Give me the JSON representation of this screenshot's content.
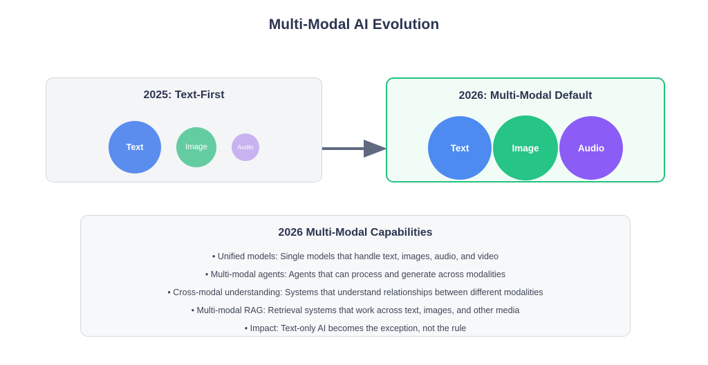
{
  "page": {
    "title": "Multi-Modal AI Evolution"
  },
  "stages": [
    {
      "id": "2025",
      "title": "2025: Text-First",
      "accent_color": "#d3d6dc",
      "background_color": "#f4f5f7",
      "modalities": [
        {
          "label": "Text",
          "color": "#5b8def"
        },
        {
          "label": "Image",
          "color": "#63cca0"
        },
        {
          "label": "Audio",
          "color": "#c8b2f0"
        }
      ]
    },
    {
      "id": "2026",
      "title": "2026: Multi-Modal Default",
      "accent_color": "#22c37e",
      "background_color": "#f2fcf7",
      "modalities": [
        {
          "label": "Text",
          "color": "#4d8bf0"
        },
        {
          "label": "Image",
          "color": "#26c485"
        },
        {
          "label": "Audio",
          "color": "#8b5cf6"
        }
      ]
    }
  ],
  "arrow": {
    "color": "#5f6a80",
    "direction": "right"
  },
  "capabilities": {
    "title": "2026 Multi-Modal Capabilities",
    "items": [
      "• Unified models: Single models that handle text, images, audio, and video",
      "• Multi-modal agents: Agents that can process and generate across modalities",
      "• Cross-modal understanding: Systems that understand relationships between different modalities",
      "• Multi-modal RAG: Retrieval systems that work across text, images, and other media",
      "• Impact: Text-only AI becomes the exception, not the rule"
    ]
  }
}
